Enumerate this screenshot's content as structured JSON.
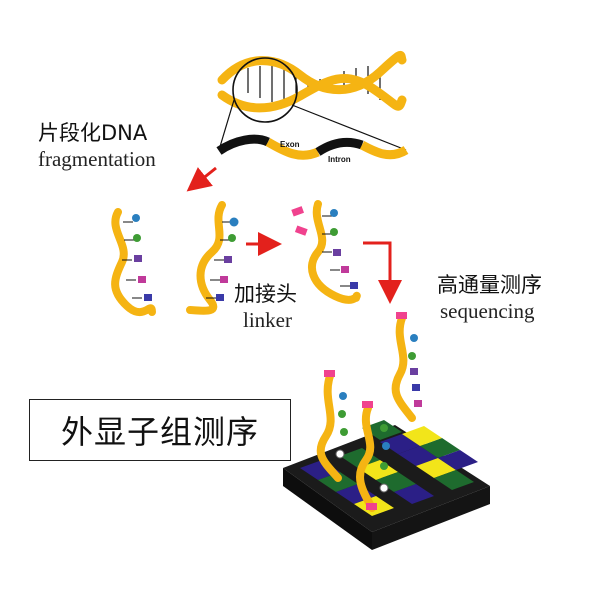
{
  "labels": {
    "fragmentation_cn": "片段化DNA",
    "fragmentation_en": "fragmentation",
    "linker_cn": "加接头",
    "linker_en": "linker",
    "sequencing_cn": "高通量测序",
    "sequencing_en": "sequencing",
    "exon": "Exon",
    "intron": "Intron",
    "title": "外显子组测序"
  },
  "colors": {
    "dna_strand": "#f5b413",
    "exon_segment": "#111111",
    "arrow": "#e3211c",
    "adapter": "#f0428e",
    "chip_dark": "#1b1b1b",
    "chip_purple": "#2b1f86",
    "chip_green": "#1e6b2e",
    "chip_yellow": "#f2e51a"
  }
}
